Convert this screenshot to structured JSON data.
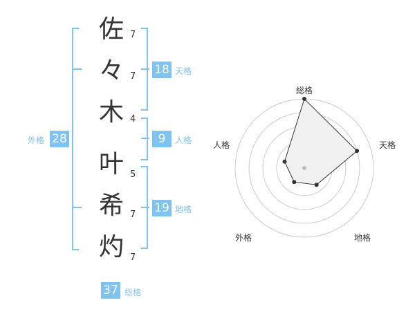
{
  "chars": [
    "佐",
    "々",
    "木",
    "叶",
    "希",
    "灼"
  ],
  "strokes": [
    "7",
    "7",
    "4",
    "5",
    "7",
    "7"
  ],
  "tenkaku": {
    "value": "18",
    "label": "天格"
  },
  "jinkaku": {
    "value": "9",
    "label": "人格"
  },
  "chikaku": {
    "value": "19",
    "label": "地格"
  },
  "gaikaku": {
    "value": "28",
    "label": "外格"
  },
  "soukaku": {
    "value": "37",
    "label": "総格"
  },
  "radar_labels": {
    "top": "総格",
    "right": "天格",
    "bottom_right": "地格",
    "bottom_left": "外格",
    "left": "人格"
  },
  "chart_data": {
    "type": "radar",
    "axes": [
      "総格",
      "天格",
      "地格",
      "外格",
      "人格"
    ],
    "values": [
      1.0,
      0.8,
      0.3,
      0.25,
      0.3
    ],
    "rings": 5,
    "colors": {
      "grid": "#cccccc",
      "fill": "#f0f0f0",
      "line": "#333333",
      "accent": "#7fc4f0"
    }
  }
}
